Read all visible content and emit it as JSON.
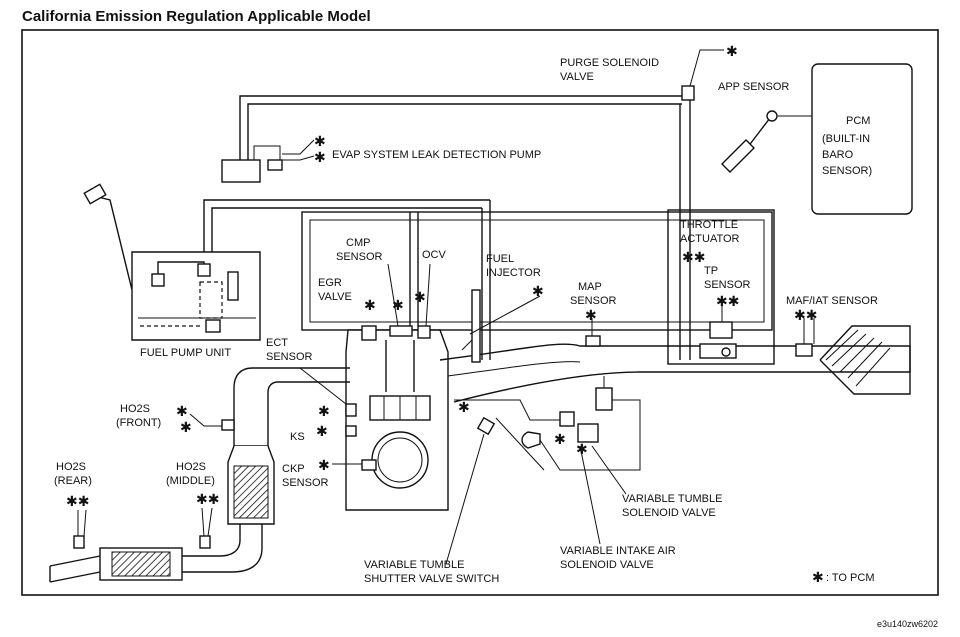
{
  "title": "California Emission Regulation Applicable Model",
  "image_code": "e3u140zw6202",
  "labels": {
    "purge_1": "PURGE SOLENOID",
    "purge_2": "VALVE",
    "app_sensor": "APP SENSOR",
    "pcm_1": "PCM",
    "pcm_2": "(BUILT-IN",
    "pcm_3": "BARO",
    "pcm_4": "SENSOR)",
    "evap": "EVAP SYSTEM LEAK DETECTION PUMP",
    "throttle_1": "THROTTLE",
    "throttle_2": "ACTUATOR",
    "tp_1": "TP",
    "tp_2": "SENSOR",
    "maf": "MAF/IAT SENSOR",
    "cmp_1": "CMP",
    "cmp_2": "SENSOR",
    "ocv": "OCV",
    "fuel_inj_1": "FUEL",
    "fuel_inj_2": "INJECTOR",
    "egr_1": "EGR",
    "egr_2": "VALVE",
    "map_1": "MAP",
    "map_2": "SENSOR",
    "fuel_pump": "FUEL PUMP UNIT",
    "ect_1": "ECT",
    "ect_2": "SENSOR",
    "ho2s_front_1": "HO2S",
    "ho2s_front_2": "(FRONT)",
    "ks": "KS",
    "ho2s_rear_1": "HO2S",
    "ho2s_rear_2": "(REAR)",
    "ho2s_mid_1": "HO2S",
    "ho2s_mid_2": "(MIDDLE)",
    "ckp_1": "CKP",
    "ckp_2": "SENSOR",
    "vts_1": "VARIABLE TUMBLE",
    "vts_2": "SOLENOID VALVE",
    "via_1": "VARIABLE INTAKE  AIR",
    "via_2": "SOLENOID VALVE",
    "vtsvs_1": "VARIABLE TUMBLE",
    "vtsvs_2": "SHUTTER VALVE SWITCH",
    "legend": ": TO PCM",
    "asterisk": "✱",
    "asterisk_double": "✱✱"
  }
}
